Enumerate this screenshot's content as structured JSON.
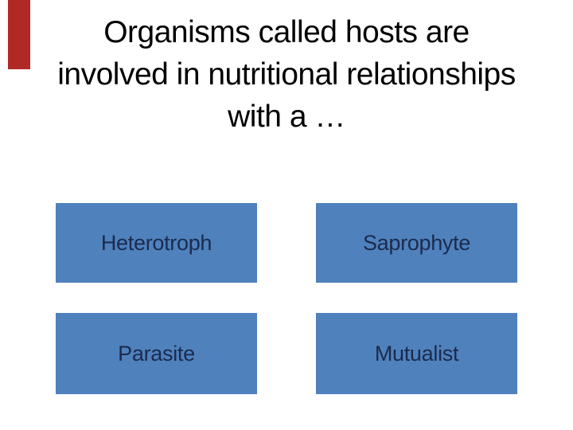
{
  "slide": {
    "title": {
      "full_text": "Organisms called hosts are involved in nutritional relationships with a …",
      "lines": [
        "Organisms called hosts are",
        "involved in nutritional relationships",
        "with a …"
      ]
    },
    "answers": [
      {
        "label": "Heterotroph"
      },
      {
        "label": "Saprophyte"
      },
      {
        "label": "Parasite"
      },
      {
        "label": "Mutualist"
      }
    ],
    "colors": {
      "background": "#ffffff",
      "title_text": "#000000",
      "answer_box_fill": "#4f81bd",
      "answer_text": "#1b2b4d",
      "accent_bar": "#b02a25"
    }
  }
}
